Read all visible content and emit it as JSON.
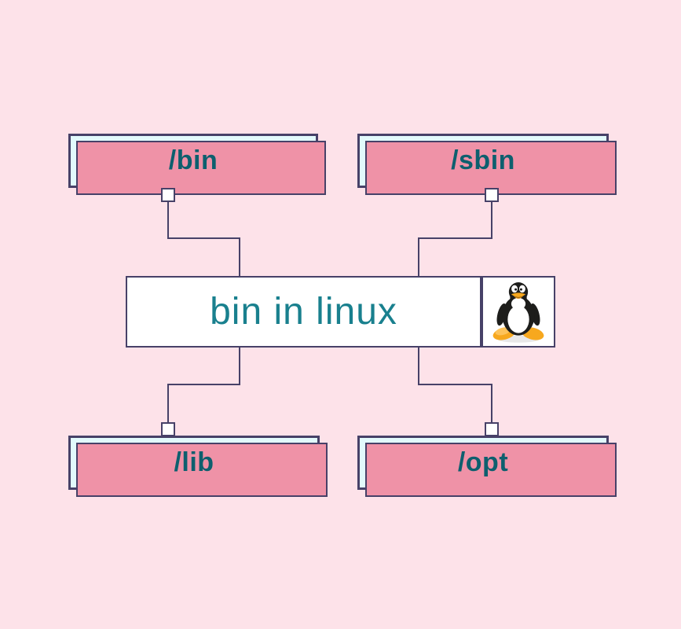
{
  "title": {
    "label": "bin in linux"
  },
  "nodes": {
    "bin": {
      "label": "/bin"
    },
    "sbin": {
      "label": "/sbin"
    },
    "lib": {
      "label": "/lib"
    },
    "opt": {
      "label": "/opt"
    }
  },
  "icon": {
    "name": "tux-penguin",
    "colors": {
      "body": "#1d1d1b",
      "belly": "#ffffff",
      "beak_and_feet": "#f7a81e"
    }
  },
  "colors": {
    "background": "#fde2e9",
    "node_fill": "#e2fafc",
    "node_border": "#474168",
    "node_shadow": "#ef92a7",
    "center_fill": "#ffffff",
    "node_label_text": "#0d5f6e",
    "title_text": "#19808e",
    "connector_line": "#474168"
  }
}
